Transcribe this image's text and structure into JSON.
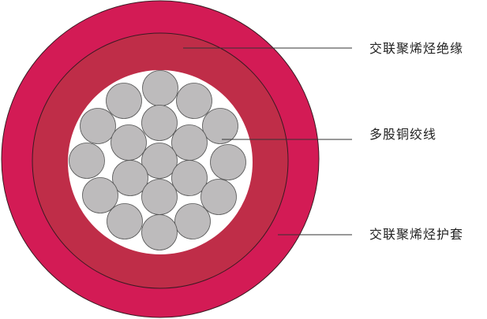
{
  "labels": {
    "insulation": "交联聚烯烃绝缘",
    "conductor": "多股铜绞线",
    "sheath": "交联聚烯烃护套"
  },
  "colors": {
    "sheath": "#D31B55",
    "insulation": "#BF2D48",
    "conductor_bg": "#FFFFFF",
    "strand_fill": "#BDBBBC",
    "strand_stroke": "#555555",
    "ring_outline": "#3A1A22",
    "leader_line": "#333333"
  },
  "conductor": {
    "strand_count": 19
  }
}
